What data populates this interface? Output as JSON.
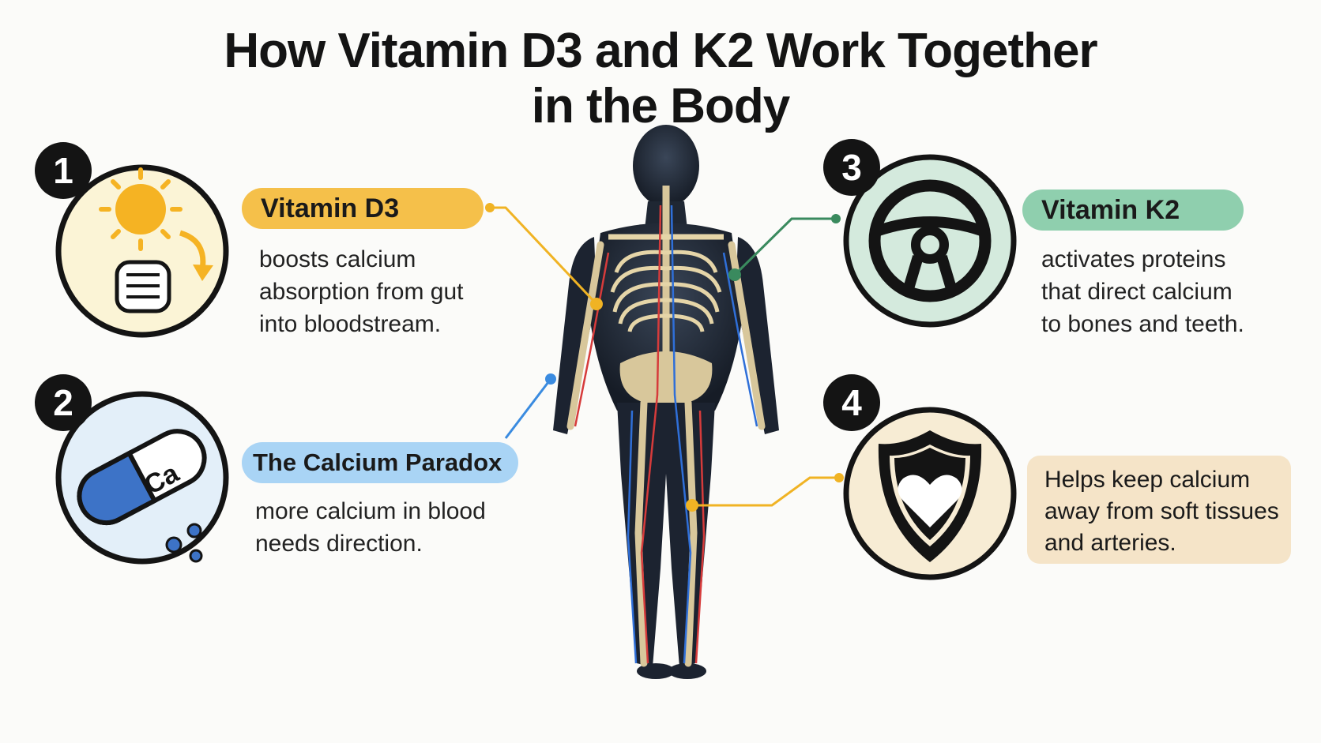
{
  "title": {
    "line1": "How Vitamin D3 and K2 Work Together",
    "line2": "in the Body"
  },
  "steps": [
    {
      "number": "1",
      "heading": "Vitamin D3",
      "lines": [
        "boosts calcium",
        "absorption from gut",
        "into bloodstream."
      ],
      "icon": "sun-and-intestine-icon",
      "accent": "#f5c04a"
    },
    {
      "number": "2",
      "heading": "The Calcium Paradox",
      "lines": [
        "more calcium in blood",
        "needs direction."
      ],
      "icon": "calcium-capsule-icon",
      "icon_text": "Ca",
      "accent": "#a9d4f5"
    },
    {
      "number": "3",
      "heading": "Vitamin K2",
      "lines": [
        "activates proteins",
        "that direct calcium",
        "to bones and teeth."
      ],
      "icon": "steering-wheel-icon",
      "accent": "#8fcfae"
    },
    {
      "number": "4",
      "heading": "",
      "lines": [
        "Helps keep calcium",
        "away from soft tissues",
        "and arteries."
      ],
      "icon": "heart-shield-icon",
      "accent": "#f5e4c8"
    }
  ],
  "figure": {
    "icon": "human-skeleton-icon"
  }
}
